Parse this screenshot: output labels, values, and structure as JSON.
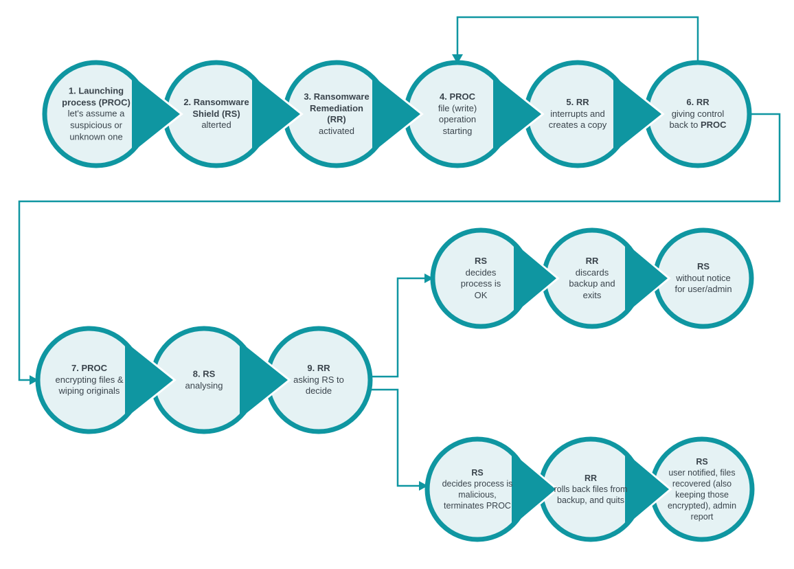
{
  "colors": {
    "teal": "#0f96a1",
    "node_fill": "#e5f2f4",
    "text": "#3a444c",
    "background": "#ffffff"
  },
  "main_flow": [
    {
      "title": "1. Launching process (PROC)",
      "body": "let's assume a suspicious or unknown one"
    },
    {
      "title": "2. Ransomware Shield (RS)",
      "body": "alterted"
    },
    {
      "title": "3. Ransomware Remediation (RR)",
      "body": "activated"
    },
    {
      "title": "4. PROC",
      "body": "file (write) operation starting"
    },
    {
      "title": "5. RR",
      "body": "interrupts and creates a copy"
    },
    {
      "title": "6. RR",
      "body": "giving control back to ",
      "body_bold": "PROC"
    },
    {
      "title": "7. PROC",
      "body": "encrypting files & wiping originals"
    },
    {
      "title": "8. RS",
      "body": "analysing"
    },
    {
      "title": "9. RR",
      "body": "asking RS to decide"
    }
  ],
  "ok_branch": [
    {
      "title": "RS",
      "body": "decides process is OK"
    },
    {
      "title": "RR",
      "body": "discards backup and exits"
    },
    {
      "title": "RS",
      "body": "without notice for user/admin"
    }
  ],
  "malicious_branch": [
    {
      "title": "RS",
      "body": "decides process is malicious, terminates PROC"
    },
    {
      "title": "RR",
      "body": "rolls back files from backup, and quits"
    },
    {
      "title": "RS",
      "body": "user notified, files recovered (also keeping those encrypted), admin report"
    }
  ]
}
